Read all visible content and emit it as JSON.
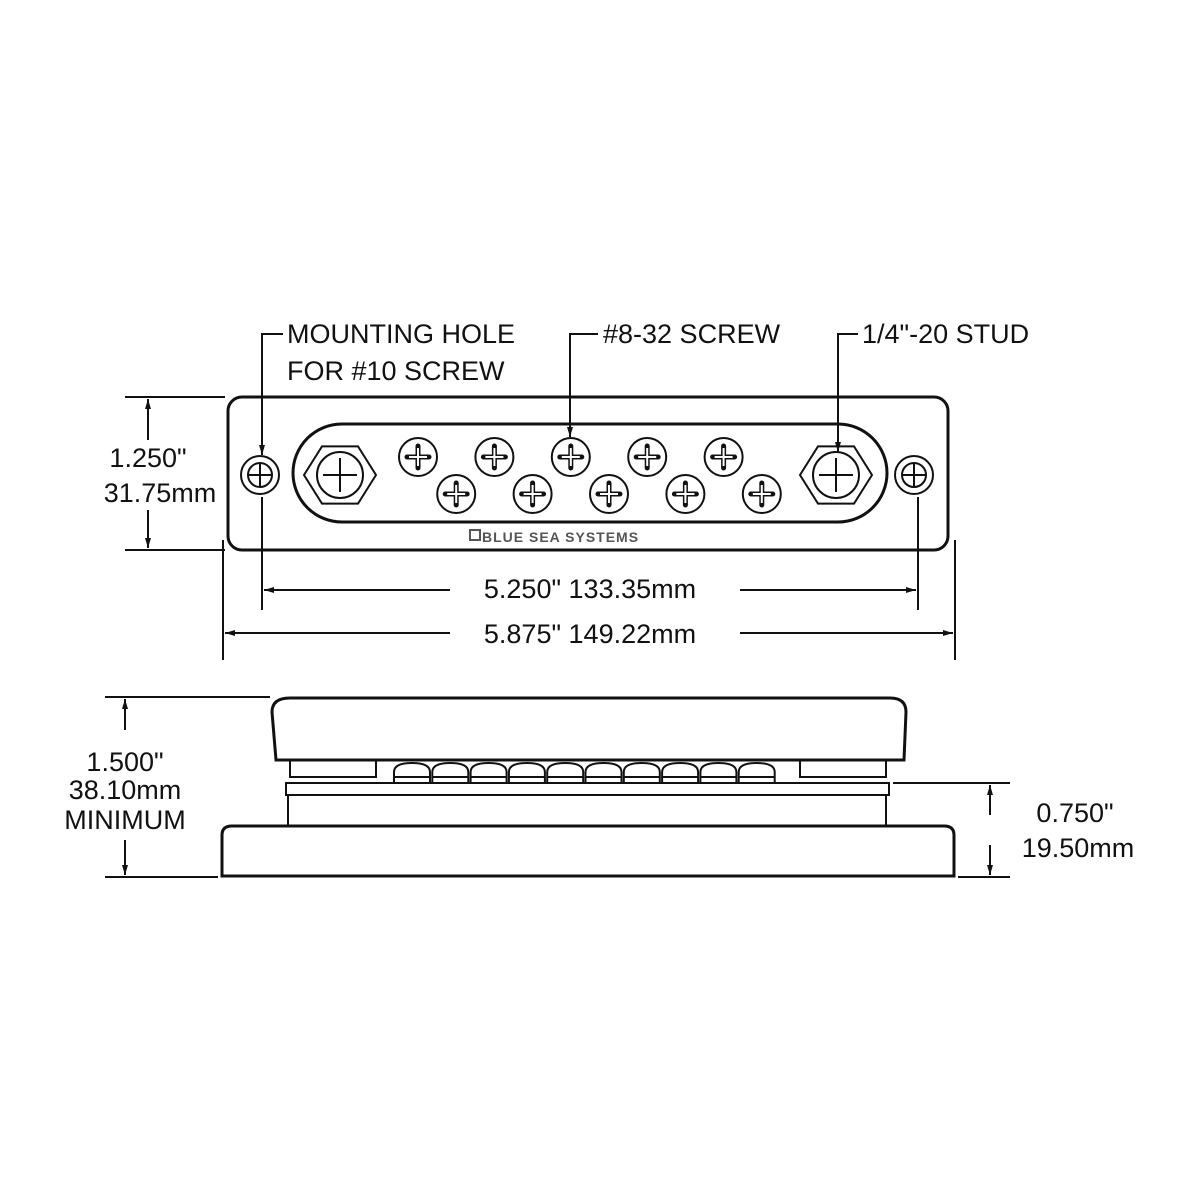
{
  "callouts": {
    "mounting_hole_line1": "MOUNTING HOLE",
    "mounting_hole_line2": "FOR #10 SCREW",
    "screw": "#8-32 SCREW",
    "stud": "1/4\"-20 STUD"
  },
  "top_view": {
    "height_in": "1.250\"",
    "height_mm": "31.75mm",
    "hole_spacing": "5.250\" 133.35mm",
    "overall_length": "5.875\" 149.22mm",
    "logo_text": "BLUE SEA SYSTEMS",
    "screw_count": 10,
    "stud_count": 2
  },
  "side_view": {
    "height_in": "1.500\"",
    "height_mm": "38.10mm",
    "height_note": "MINIMUM",
    "base_in": "0.750\"",
    "base_mm": "19.50mm"
  }
}
